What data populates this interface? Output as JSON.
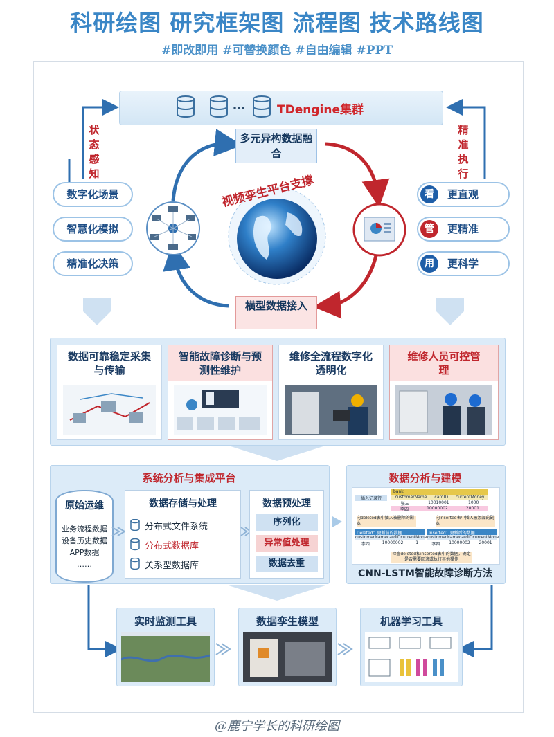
{
  "header": {
    "title": "科研绘图   研究框架图   流程图   技术路线图",
    "subtitle": "#即改即用 #可替换颜色 #自由编辑 #PPT"
  },
  "top": {
    "cluster_dots": "…",
    "cluster_label": "TDengine集群",
    "left_vertical": "状态感知",
    "right_vertical": "精准执行",
    "fusion": "多元异构数据融合",
    "platform_arc": "视频孪生平台支撑",
    "model_access": "横型数据接入",
    "left_items": [
      "数字化场景",
      "智慧化模拟",
      "精准化决策"
    ],
    "right_items": [
      {
        "badge": "看",
        "label": "更直观",
        "color": "#1e5ea8"
      },
      {
        "badge": "管",
        "label": "更精准",
        "color": "#c0262d"
      },
      {
        "badge": "用",
        "label": "更科学",
        "color": "#1e5ea8"
      }
    ]
  },
  "middle": {
    "cards": [
      {
        "title": "数据可靠稳定采集与传输",
        "highlight": false
      },
      {
        "title": "智能故障诊断与预测性维护",
        "highlight": true
      },
      {
        "title": "维修全流程数字化透明化",
        "highlight": false
      },
      {
        "title": "维修人员可控管理",
        "highlight": true
      }
    ]
  },
  "system": {
    "title": "系统分析与集成平台",
    "raw_title": "原始运维",
    "raw_items": [
      "业务流程数据",
      "设备历史数据",
      "APP数据",
      "……"
    ],
    "storage_title": "数据存储与处理",
    "storage_items": [
      {
        "label": "分布式文件系统",
        "red": false
      },
      {
        "label": "分布式数据库",
        "red": true
      },
      {
        "label": "关系型数据库",
        "red": false
      }
    ],
    "pre_title": "数据预处理",
    "pre_items": [
      {
        "label": "序列化",
        "red": false
      },
      {
        "label": "异常值处理",
        "red": true
      },
      {
        "label": "数据去重",
        "red": false
      }
    ]
  },
  "analysis": {
    "title": "数据分析与建模",
    "caption": "CNN-LSTM智能故障诊断方法",
    "table_bank": "bank",
    "table_cols": [
      "customerName",
      "cardID",
      "currentMoney"
    ],
    "row1": [
      "张三",
      "10010001",
      "1000"
    ],
    "row2": [
      "李四",
      "10000002",
      "20001"
    ],
    "insert_label": "插入记录行",
    "deleted_note": "向deleted表中插入被删除的副本",
    "inserted_note": "向inserted表中插入被添加的副本",
    "deleted_title": "Deleted：更新前的数据",
    "inserted_title": "Inserted：更新后的数据",
    "del_row": [
      "李四",
      "10000002",
      "1"
    ],
    "ins_row": [
      "李四",
      "10000002",
      "20001"
    ],
    "check_note": "检查deleted和inserted表中的数据，确定是否需要回滚或执行其他操作"
  },
  "bottom": {
    "tools": [
      "实时监测工具",
      "数据孪生模型",
      "机器学习工具"
    ]
  },
  "footer": "@鹿宁学长的科研绘图",
  "colors": {
    "blue": "#3a86c6",
    "red": "#c0262d",
    "panel": "#dcebf8"
  }
}
